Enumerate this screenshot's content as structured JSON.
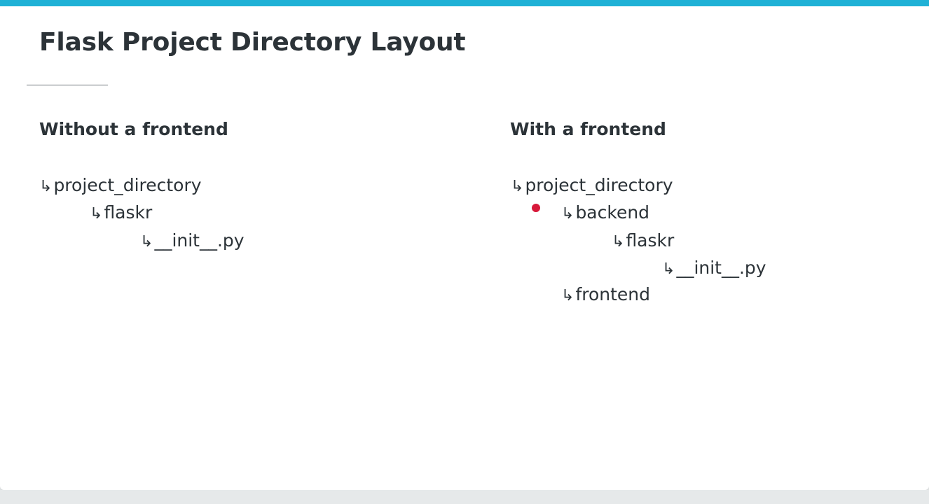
{
  "slide": {
    "title": "Flask Project Directory Layout",
    "accent_color": "#1fb1d6",
    "pointer_color": "#d7193a"
  },
  "left_column": {
    "heading": "Without a frontend",
    "tree": [
      {
        "arrow": "↳",
        "label": "project_directory",
        "depth": 0
      },
      {
        "arrow": "↳",
        "label": "flaskr",
        "depth": 1
      },
      {
        "arrow": "↳",
        "label": "__init__.py",
        "depth": 2
      }
    ]
  },
  "right_column": {
    "heading": "With a frontend",
    "tree": [
      {
        "arrow": "↳",
        "label": "project_directory",
        "depth": 0
      },
      {
        "arrow": "↳",
        "label": "backend",
        "depth": 1
      },
      {
        "arrow": "↳",
        "label": "flaskr",
        "depth": 2
      },
      {
        "arrow": "↳",
        "label": "__init__.py",
        "depth": 3
      },
      {
        "arrow": "↳",
        "label": "frontend",
        "depth": 1
      }
    ]
  }
}
